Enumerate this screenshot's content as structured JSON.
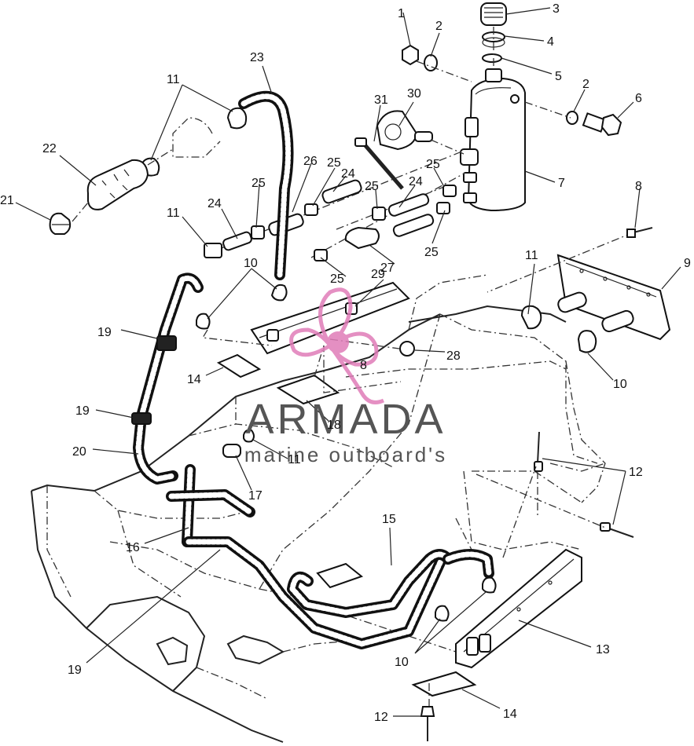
{
  "watermark": {
    "brand": "ARMADA",
    "tagline": "marine outboard's",
    "logo_color": "#e07cb8"
  },
  "callouts": [
    {
      "id": "c1",
      "label": "1"
    },
    {
      "id": "c2a",
      "label": "2"
    },
    {
      "id": "c3",
      "label": "3"
    },
    {
      "id": "c4",
      "label": "4"
    },
    {
      "id": "c5",
      "label": "5"
    },
    {
      "id": "c2b",
      "label": "2"
    },
    {
      "id": "c6",
      "label": "6"
    },
    {
      "id": "c7",
      "label": "7"
    },
    {
      "id": "c8a",
      "label": "8"
    },
    {
      "id": "c9",
      "label": "9"
    },
    {
      "id": "c11a",
      "label": "11"
    },
    {
      "id": "c10a",
      "label": "10"
    },
    {
      "id": "c23",
      "label": "23"
    },
    {
      "id": "c11b",
      "label": "11"
    },
    {
      "id": "c22",
      "label": "22"
    },
    {
      "id": "c21",
      "label": "21"
    },
    {
      "id": "c31",
      "label": "31"
    },
    {
      "id": "c30",
      "label": "30"
    },
    {
      "id": "c26",
      "label": "26"
    },
    {
      "id": "c25a",
      "label": "25"
    },
    {
      "id": "c24a",
      "label": "24"
    },
    {
      "id": "c25b",
      "label": "25"
    },
    {
      "id": "c25c",
      "label": "25"
    },
    {
      "id": "c24b",
      "label": "24"
    },
    {
      "id": "c25d",
      "label": "25"
    },
    {
      "id": "c24c",
      "label": "24"
    },
    {
      "id": "c11c",
      "label": "11"
    },
    {
      "id": "c25e",
      "label": "25"
    },
    {
      "id": "c27",
      "label": "27"
    },
    {
      "id": "c25f",
      "label": "25"
    },
    {
      "id": "c10b",
      "label": "10"
    },
    {
      "id": "c29",
      "label": "29"
    },
    {
      "id": "c19a",
      "label": "19"
    },
    {
      "id": "c8b",
      "label": "8"
    },
    {
      "id": "c28",
      "label": "28"
    },
    {
      "id": "c14a",
      "label": "14"
    },
    {
      "id": "c18",
      "label": "18"
    },
    {
      "id": "c19b",
      "label": "19"
    },
    {
      "id": "c11d",
      "label": "11"
    },
    {
      "id": "c20",
      "label": "20"
    },
    {
      "id": "c17",
      "label": "17"
    },
    {
      "id": "c12a",
      "label": "12"
    },
    {
      "id": "c16",
      "label": "16"
    },
    {
      "id": "c15",
      "label": "15"
    },
    {
      "id": "c19c",
      "label": "19"
    },
    {
      "id": "c10c",
      "label": "10"
    },
    {
      "id": "c13",
      "label": "13"
    },
    {
      "id": "c14b",
      "label": "14"
    },
    {
      "id": "c12b",
      "label": "12"
    }
  ]
}
